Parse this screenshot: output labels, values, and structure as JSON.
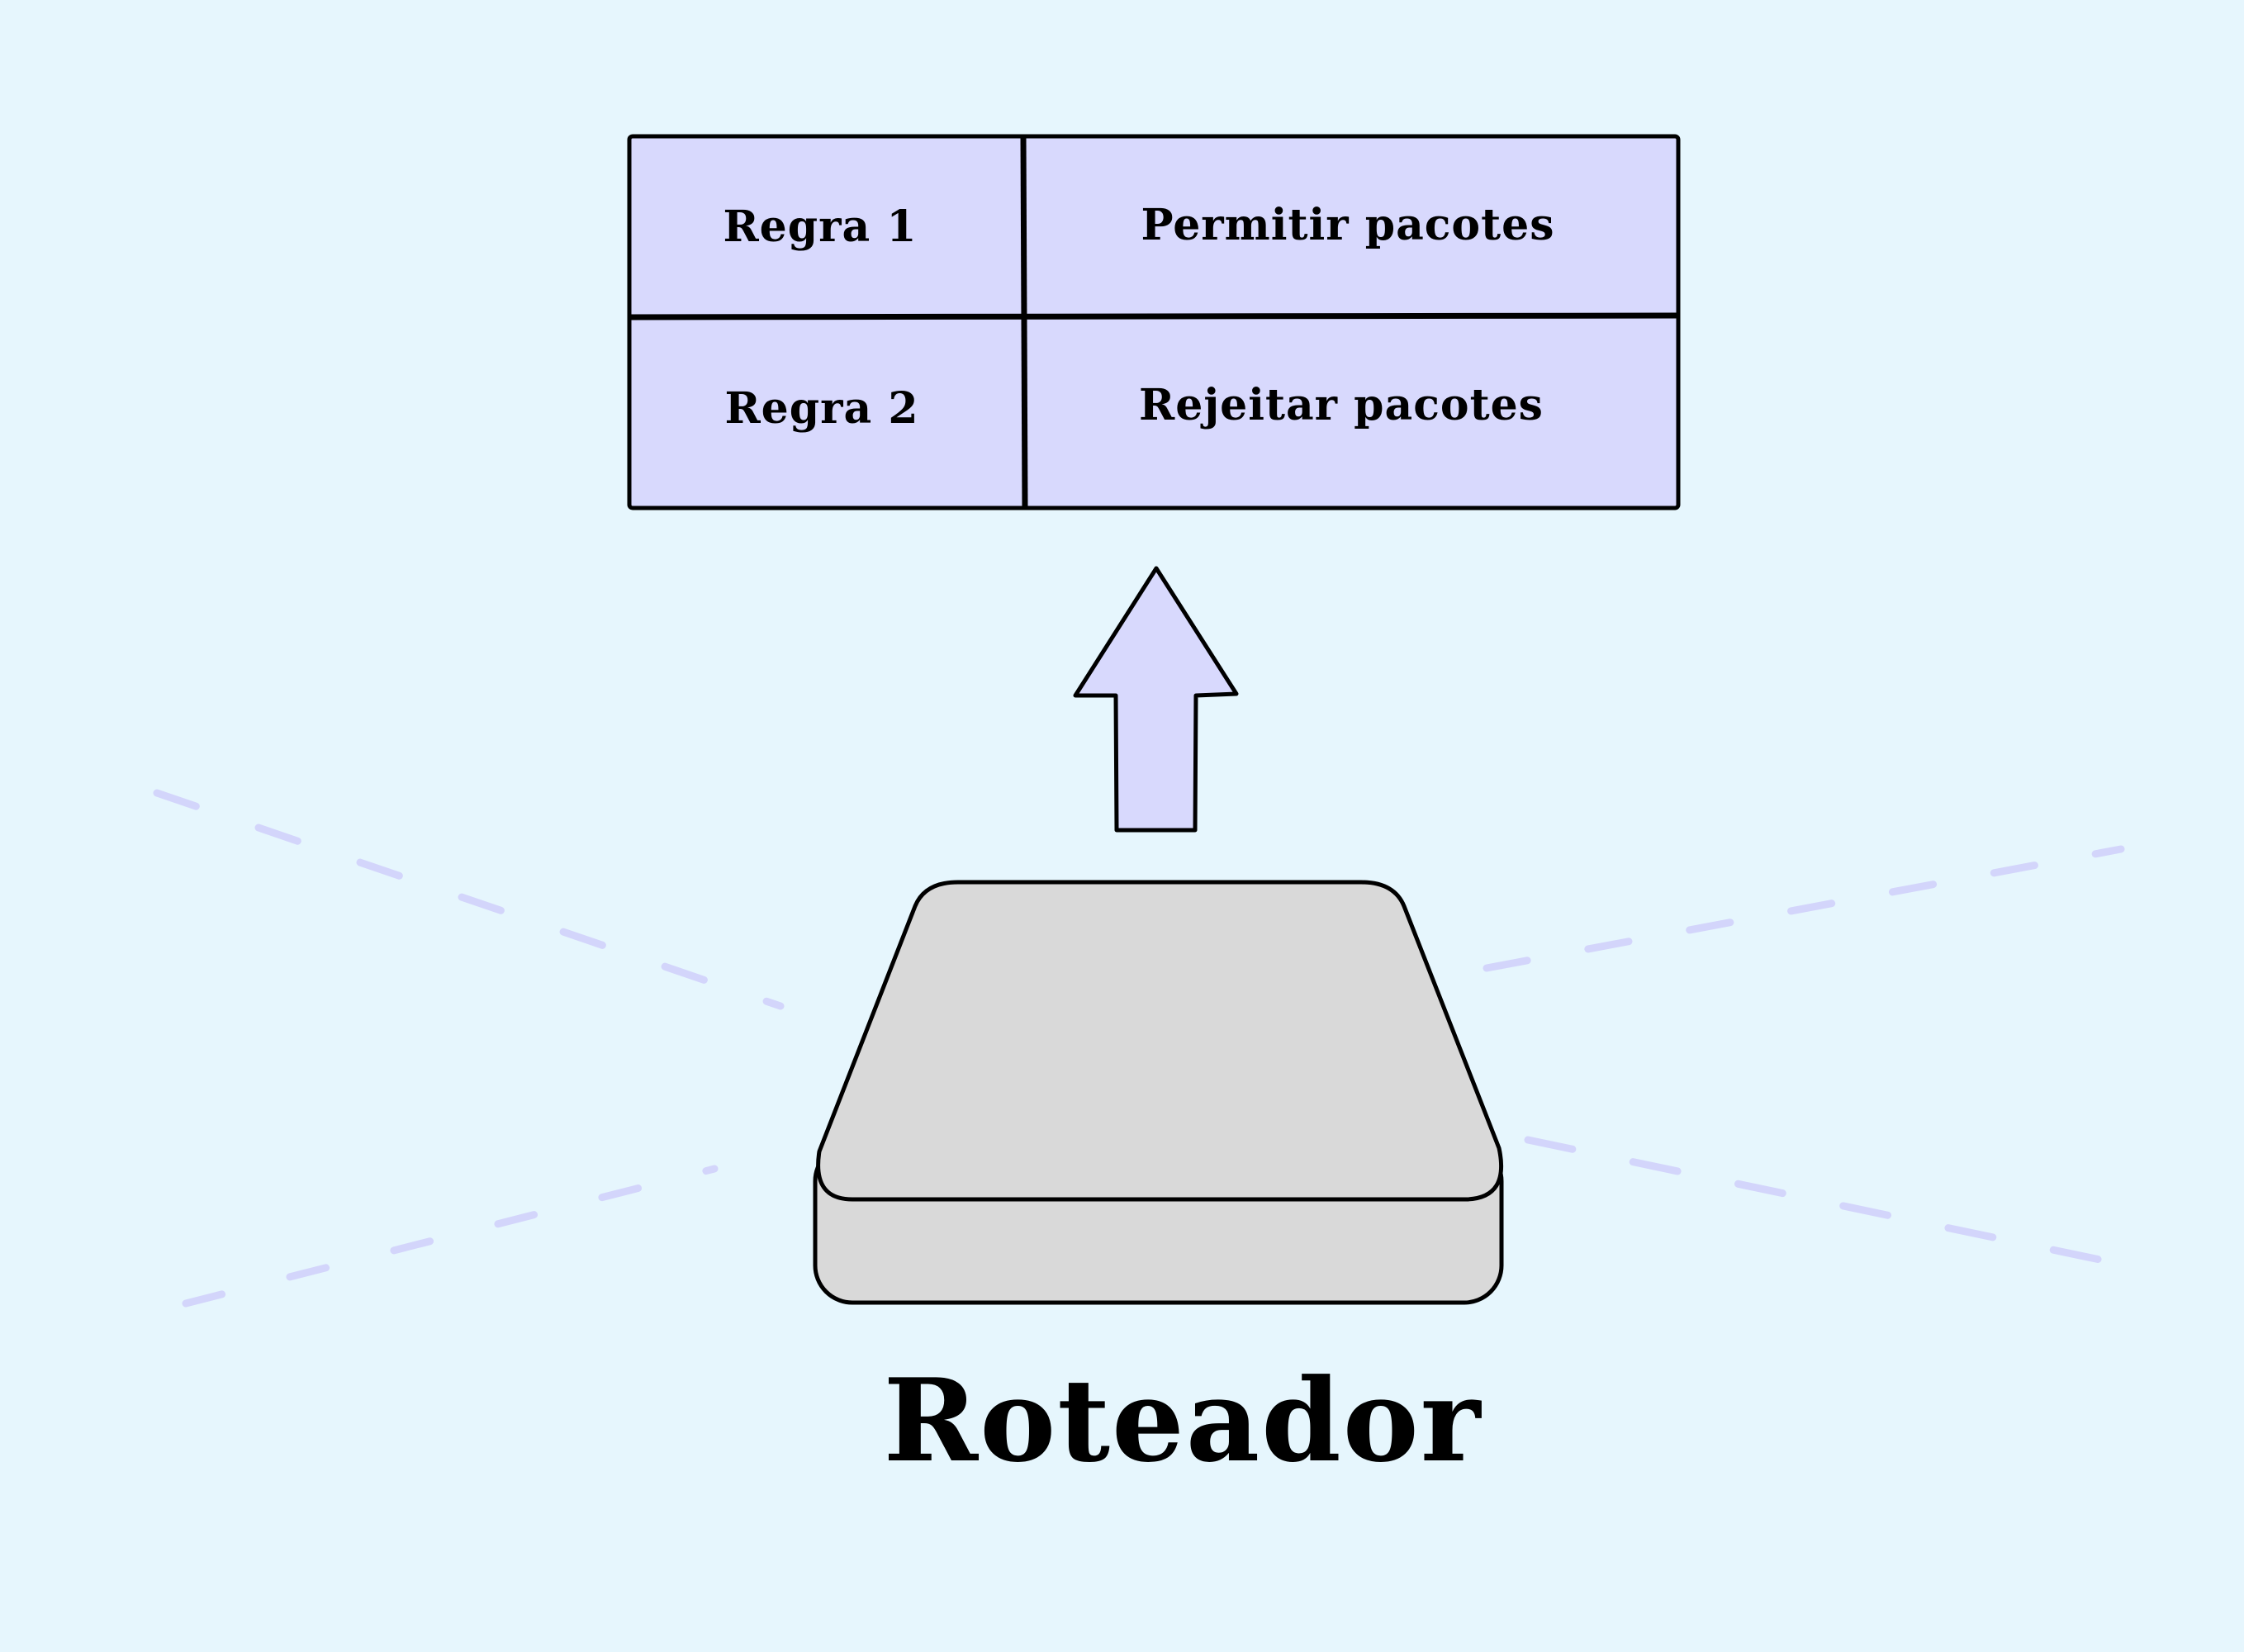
{
  "rules_table": {
    "rows": [
      {
        "rule": "Regra 1",
        "action": "Permitir pacotes"
      },
      {
        "rule": "Regra 2",
        "action": "Rejeitar pacotes"
      }
    ]
  },
  "router": {
    "label": "Roteador"
  },
  "colors": {
    "background": "#e6f6fd",
    "table_fill": "#d8d9fd",
    "arrow_fill": "#d8d9fd",
    "router_fill": "#d9d9d9",
    "dash_lines": "#d3d5fb",
    "stroke": "#000000"
  }
}
